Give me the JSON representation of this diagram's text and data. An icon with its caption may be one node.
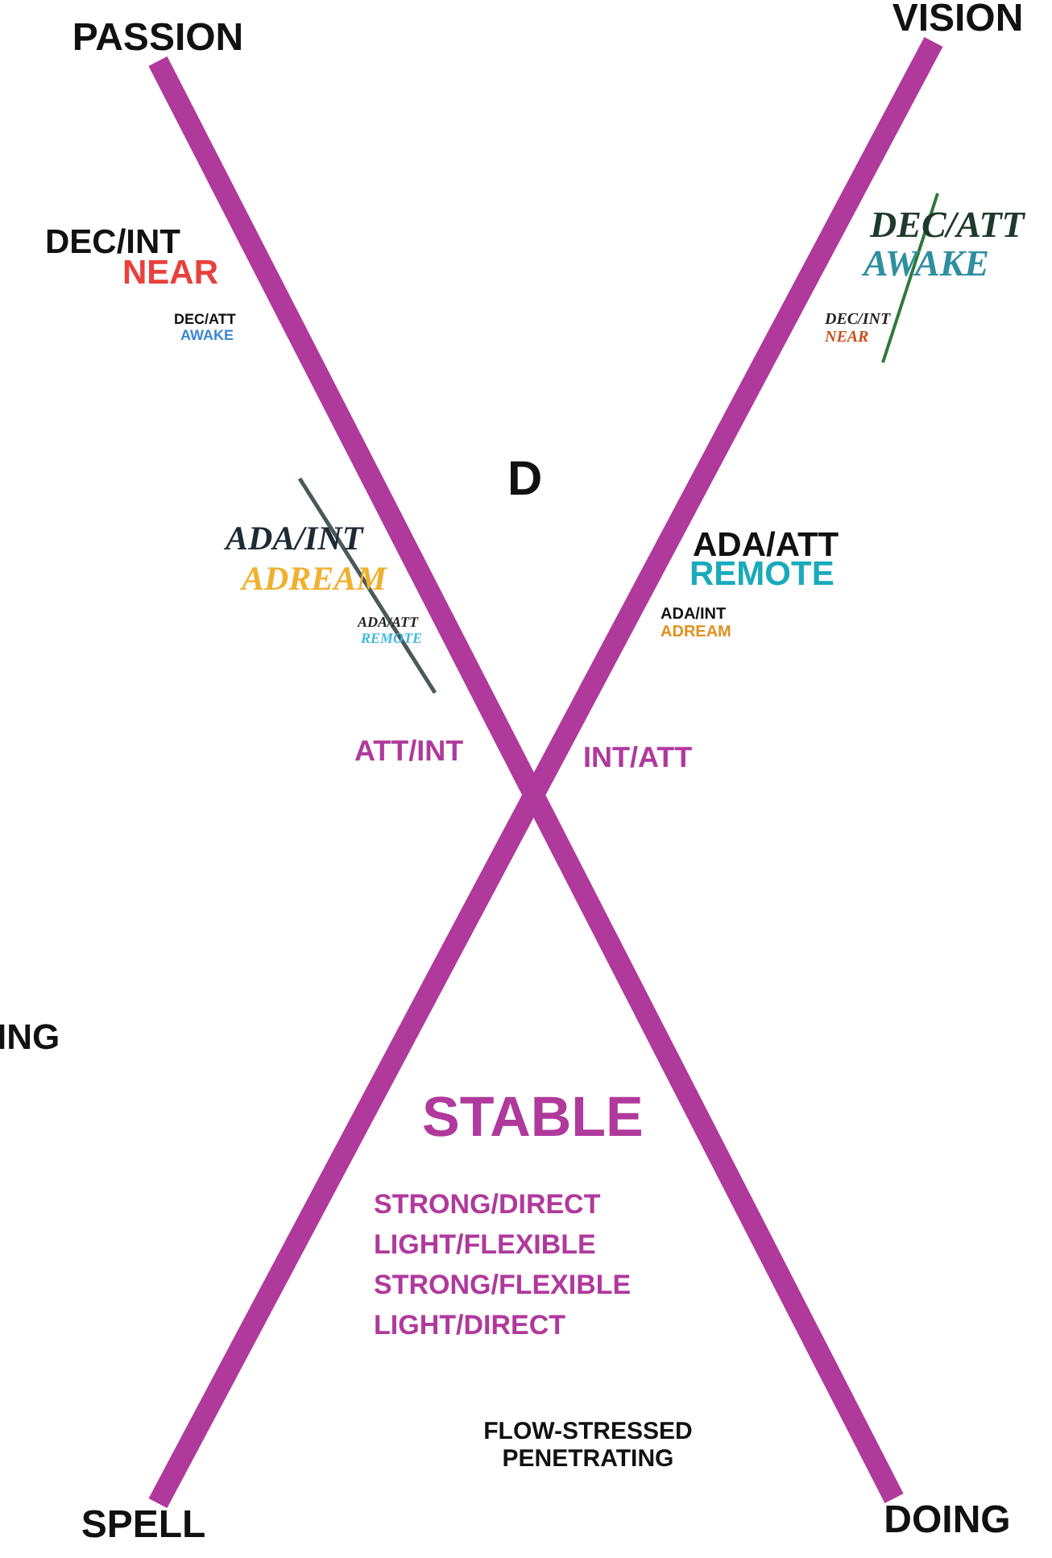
{
  "diagram": {
    "nodes": [
      {
        "text": [
          "PASSION"
        ]
      },
      {
        "text": [
          "VISION"
        ]
      },
      {
        "text": [
          "SPELL"
        ]
      },
      {
        "text": [
          "DOING"
        ]
      }
    ],
    "edges": [
      {
        "from": 0,
        "to": 3,
        "arrow": "none"
      },
      {
        "from": 1,
        "to": 2,
        "arrow": "none"
      }
    ],
    "labels": [
      "DEC/INT",
      "NEAR",
      "DEC/ATT",
      "AWAKE",
      "DEC/ATT",
      "AWAKE",
      "DEC/INT",
      "NEAR",
      "D",
      "ADA/INT",
      "ADREAM",
      "ADA/ATT",
      "REMOTE",
      "ADA/ATT",
      "REMOTE",
      "ADA/INT",
      "ADREAM",
      "ATT/INT",
      "INT/ATT",
      "ING",
      "STABLE",
      "STRONG/DIRECT",
      "LIGHT/FLEXIBLE",
      "STRONG/FLEXIBLE",
      "LIGHT/DIRECT",
      "FLOW-STRESSED PENETRATING"
    ]
  }
}
